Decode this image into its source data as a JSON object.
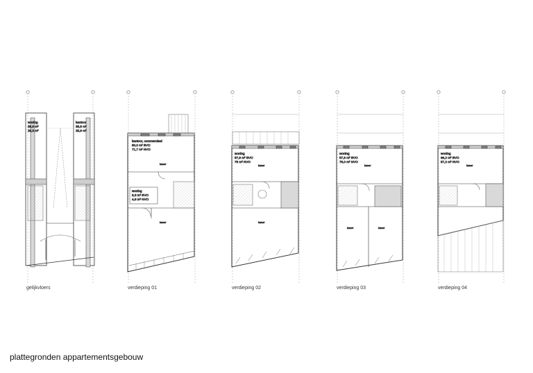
{
  "caption": "plattegronden appartementsgebouw",
  "floors": [
    {
      "name": "gelijkvloers",
      "units": [
        {
          "lines": [
            "woning",
            "39,9 m²",
            "28,3 m²"
          ]
        },
        {
          "lines": [
            "kantoor",
            "38,8 m²",
            "25,9 m²"
          ]
        }
      ],
      "rooms": []
    },
    {
      "name": "verdieping 01",
      "units": [
        {
          "lines": [
            "kantoor, commercieel",
            "80,0 m² BVO",
            "71,7 m² NVO"
          ]
        },
        {
          "lines": [
            "woning",
            "6,3 m² BVO",
            "4,6 m² NVO"
          ]
        }
      ],
      "rooms": [
        "kamer",
        "kamer"
      ]
    },
    {
      "name": "verdieping 02",
      "units": [
        {
          "lines": [
            "woning",
            "87,9 m² BVO",
            "78 m² NVO"
          ]
        }
      ],
      "rooms": [
        "kamer",
        "kamer"
      ]
    },
    {
      "name": "verdieping 03",
      "units": [
        {
          "lines": [
            "woning",
            "87,9 m² BVO",
            "78,0 m² NVO"
          ]
        }
      ],
      "rooms": [
        "kamer",
        "kamer",
        "kamer"
      ]
    },
    {
      "name": "verdieping 04",
      "units": [
        {
          "lines": [
            "woning",
            "66,2 m² BVO",
            "57,2 m² NVO"
          ]
        }
      ],
      "rooms": [
        "kamer"
      ]
    }
  ]
}
